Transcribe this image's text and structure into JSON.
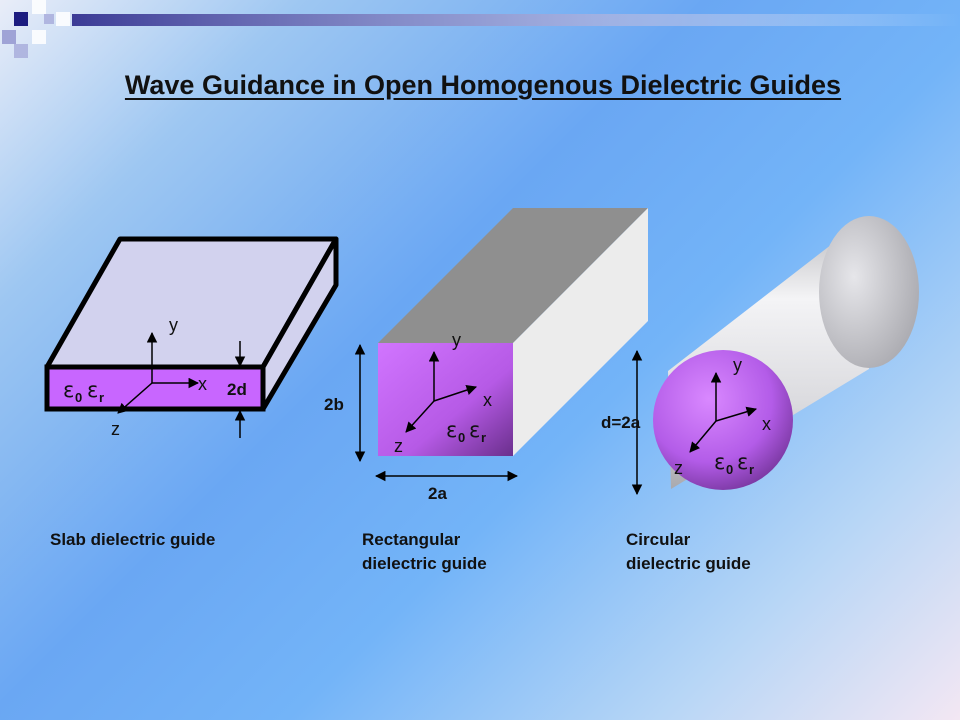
{
  "slide": {
    "title": "Wave Guidance in Open Homogenous  Dielectric Guides"
  },
  "colors": {
    "dielectric": "#c866ff",
    "slab_top": "#d2d2ee",
    "title": "#111111"
  },
  "slab": {
    "axis_x": "x",
    "axis_y": "y",
    "axis_z": "z",
    "eps": "ε",
    "eps_sub0": "0",
    "eps_subr": "r",
    "thickness": "2d",
    "caption": "Slab dielectric guide"
  },
  "rect": {
    "axis_x": "x",
    "axis_y": "y",
    "axis_z": "z",
    "eps": "ε",
    "eps_sub0": "0",
    "eps_subr": "r",
    "height": "2b",
    "width": "2a",
    "caption_line1": "Rectangular",
    "caption_line2": "dielectric guide"
  },
  "circ": {
    "axis_x": "x",
    "axis_y": "y",
    "axis_z": "z",
    "eps": "ε",
    "eps_sub0": "0",
    "eps_subr": "r",
    "diameter": "d=2a",
    "caption_line1": "Circular",
    "caption_line2": "dielectric guide"
  }
}
